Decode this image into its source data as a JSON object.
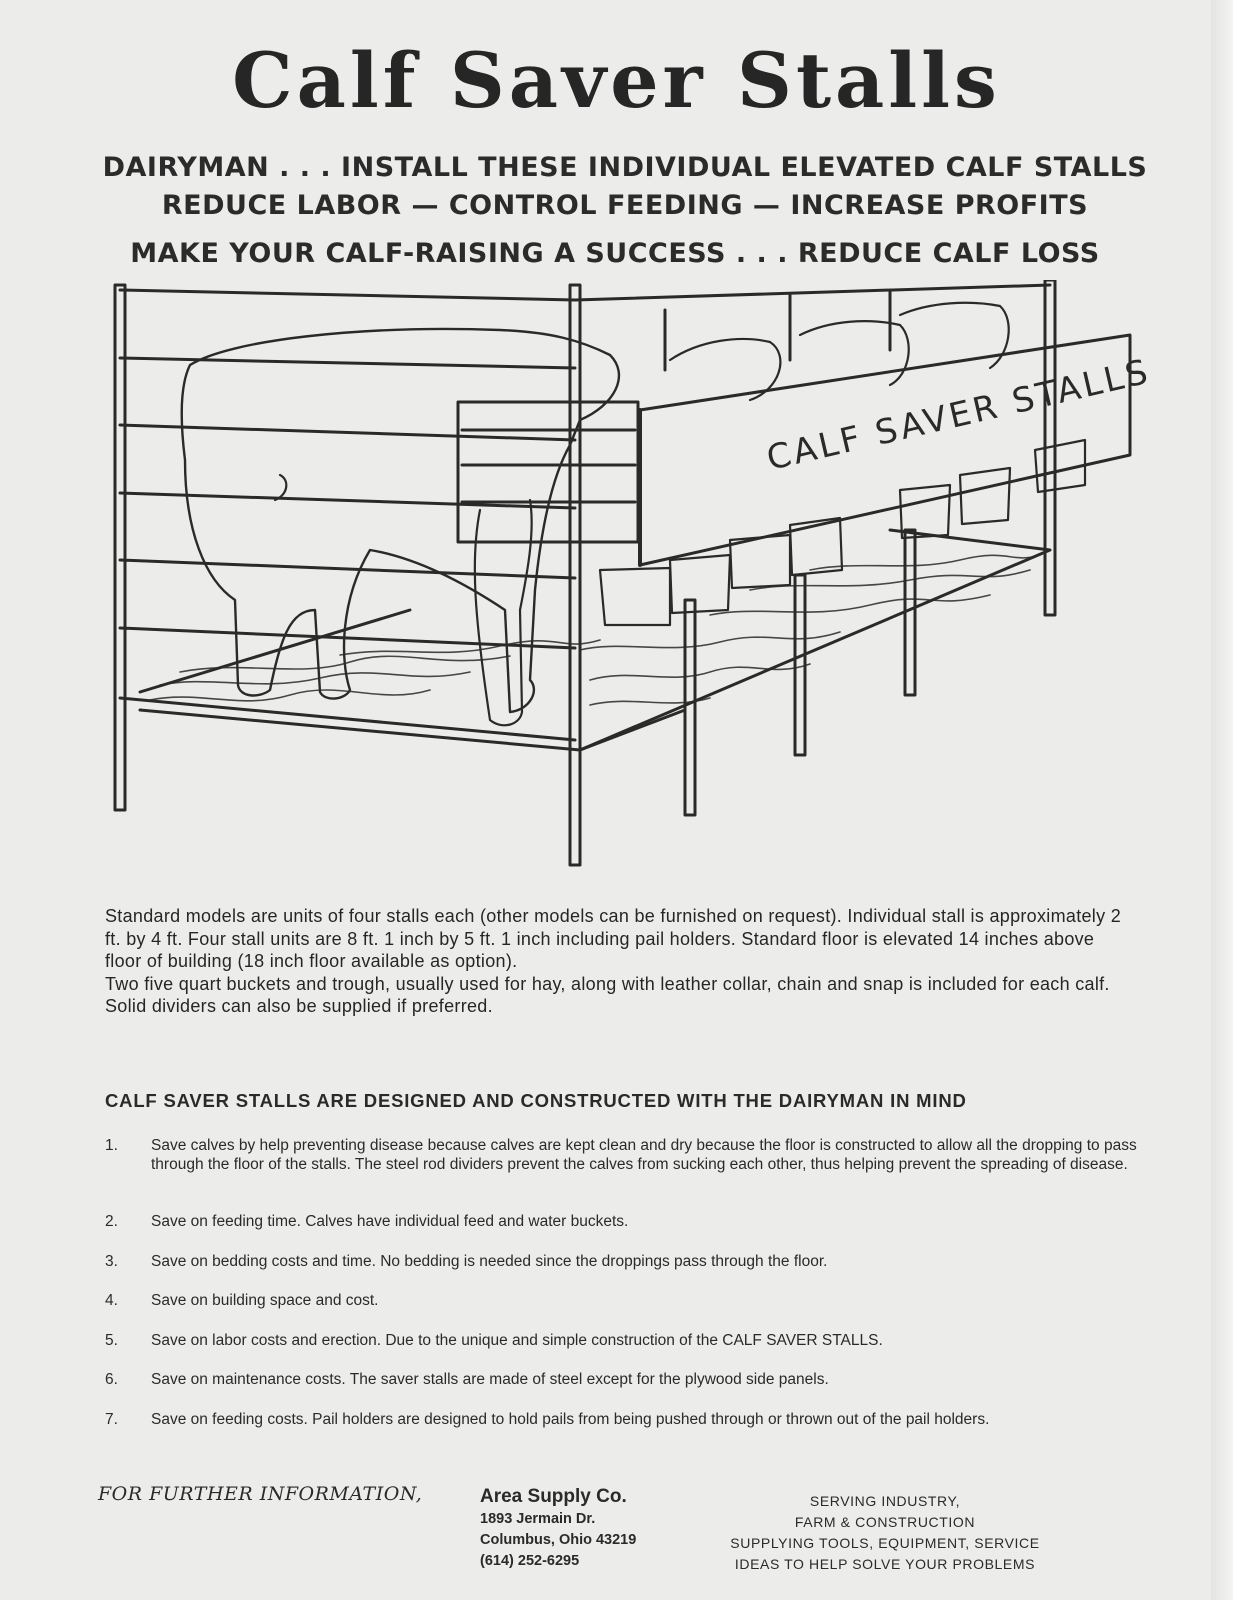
{
  "title": "Calf Saver Stalls",
  "headlines": [
    "DAIRYMAN . . . INSTALL THESE INDIVIDUAL ELEVATED CALF STALLS",
    "REDUCE LABOR — CONTROL FEEDING — INCREASE PROFITS",
    "MAKE YOUR CALF-RAISING A SUCCESS . . . REDUCE CALF LOSS"
  ],
  "illustration": {
    "sign_text": "CALF SAVER STALLS"
  },
  "description": [
    "Standard models are units of four stalls each (other models can be furnished on request). Individual stall is approximately 2 ft. by 4 ft. Four stall units are 8 ft. 1 inch by 5 ft. 1 inch including pail holders. Standard floor is elevated 14 inches above floor of building (18 inch floor available as option).",
    "Two five quart buckets and trough, usually used for hay, along with leather collar, chain and snap is included for each calf.",
    "Solid dividers can also be supplied if preferred."
  ],
  "section_heading": "CALF SAVER STALLS ARE DESIGNED AND CONSTRUCTED WITH THE DAIRYMAN IN MIND",
  "benefits": [
    {
      "num": "1.",
      "text": "Save calves by help preventing disease because calves are kept clean and dry because the floor is constructed to allow all the dropping to pass through the floor of the stalls. The steel rod dividers prevent the calves from sucking each other, thus helping prevent the spreading of disease."
    },
    {
      "num": "2.",
      "text": "Save on feeding time. Calves have individual feed and water buckets."
    },
    {
      "num": "3.",
      "text": "Save on bedding costs and time. No bedding is needed since the droppings pass through the floor."
    },
    {
      "num": "4.",
      "text": "Save on building space and cost."
    },
    {
      "num": "5.",
      "text": "Save on labor costs and erection. Due to the unique and simple construction of the CALF SAVER STALLS."
    },
    {
      "num": "6.",
      "text": "Save on maintenance costs. The saver stalls are made of steel except for the plywood side panels."
    },
    {
      "num": "7.",
      "text": "Save on feeding costs. Pail holders are designed to hold pails from being pushed through or thrown out of the pail holders."
    }
  ],
  "footer": {
    "label": "FOR FURTHER INFORMATION,",
    "company_name": "Area Supply Co.",
    "address_line1": "1893 Jermain Dr.",
    "address_line2": "Columbus, Ohio 43219",
    "phone": "(614) 252-6295",
    "slogan": [
      "SERVING INDUSTRY,",
      "FARM & CONSTRUCTION",
      "SUPPLYING TOOLS, EQUIPMENT, SERVICE",
      "IDEAS TO HELP SOLVE YOUR PROBLEMS"
    ]
  }
}
